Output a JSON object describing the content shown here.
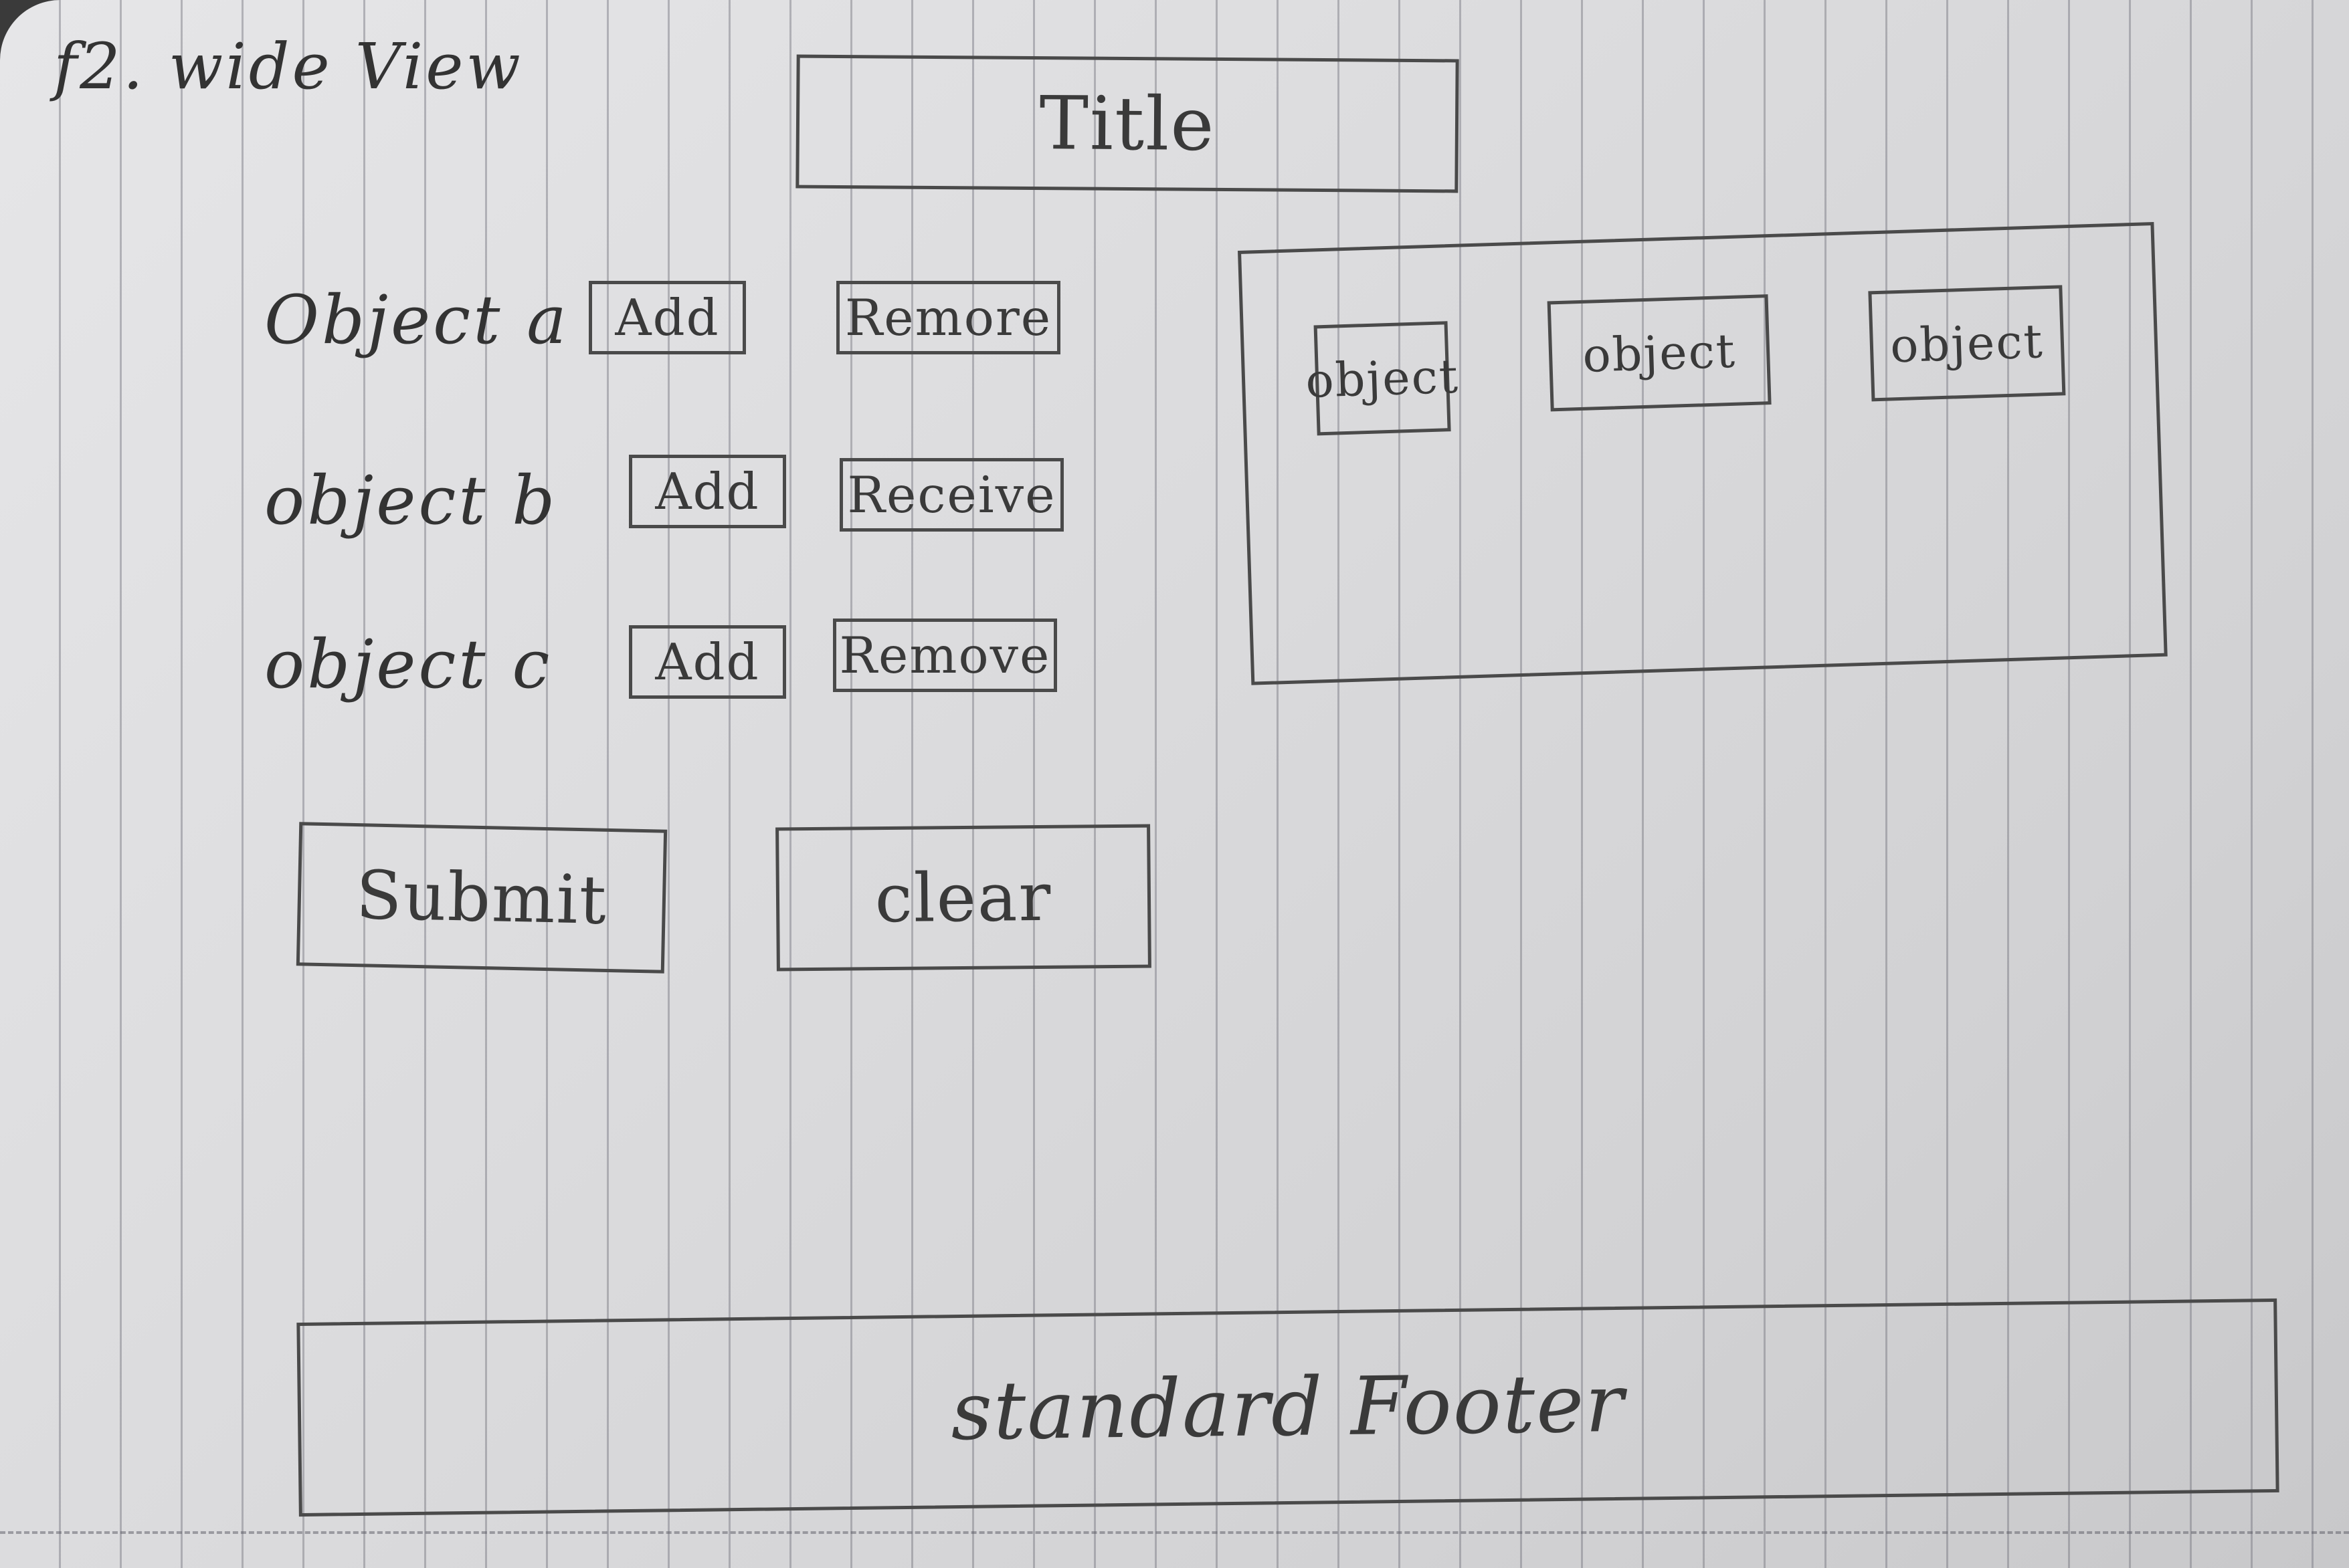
{
  "page_label": "f2. wide View",
  "header": {
    "title": "Title"
  },
  "objects": [
    {
      "label": "Object a",
      "add_label": "Add",
      "remove_label": "Remore"
    },
    {
      "label": "object b",
      "add_label": "Add",
      "remove_label": "Receive"
    },
    {
      "label": "object c",
      "add_label": "Add",
      "remove_label": "Remove"
    }
  ],
  "actions": {
    "submit_label": "Submit",
    "clear_label": "clear"
  },
  "panel": {
    "items": [
      "object",
      "object",
      "object"
    ]
  },
  "footer": {
    "label": "standard Footer"
  }
}
